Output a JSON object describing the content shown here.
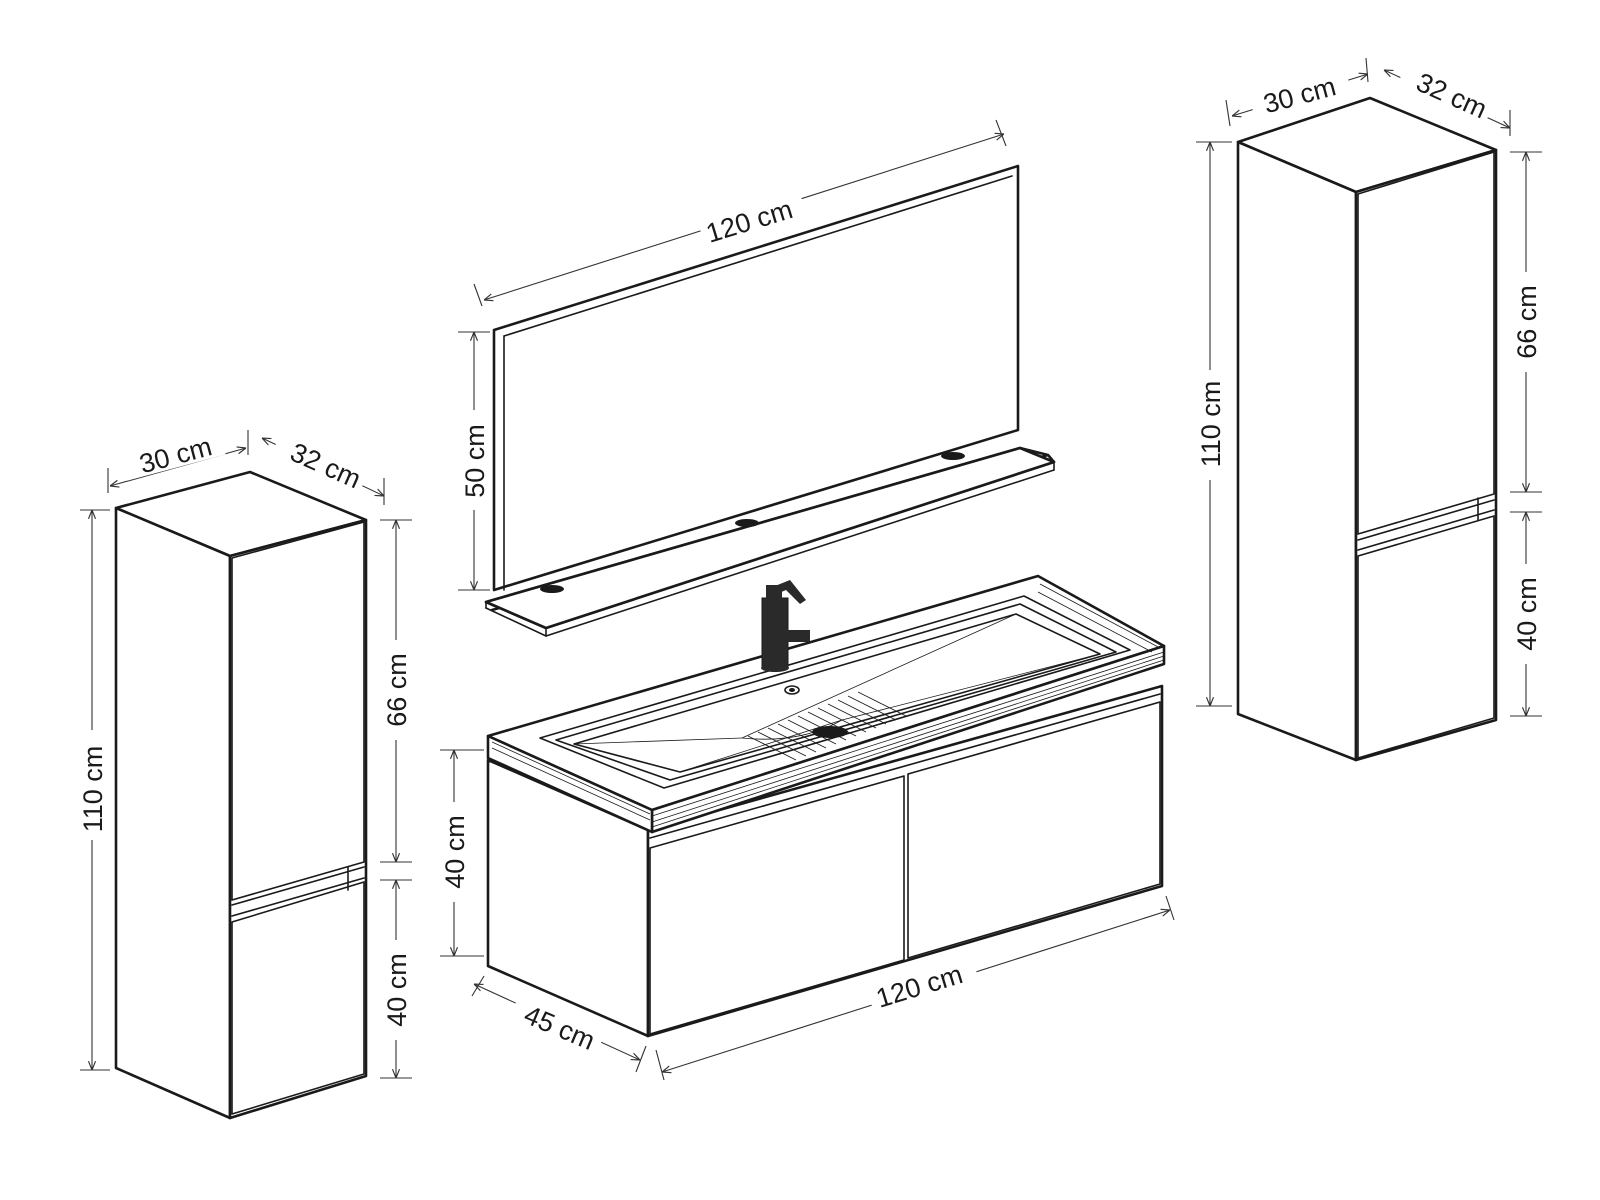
{
  "colors": {
    "line": "#1a1a1a",
    "background": "#ffffff"
  },
  "left_cabinet": {
    "width": "30 cm",
    "depth": "32 cm",
    "height": "110 cm",
    "upper_door": "66 cm",
    "lower_door": "40 cm"
  },
  "mirror": {
    "width": "120 cm",
    "height": "50 cm"
  },
  "vanity": {
    "height": "40 cm",
    "depth": "45 cm",
    "width": "120 cm"
  },
  "right_cabinet": {
    "width": "30 cm",
    "depth": "32 cm",
    "height": "110 cm",
    "upper_door": "66 cm",
    "lower_door": "40 cm"
  }
}
